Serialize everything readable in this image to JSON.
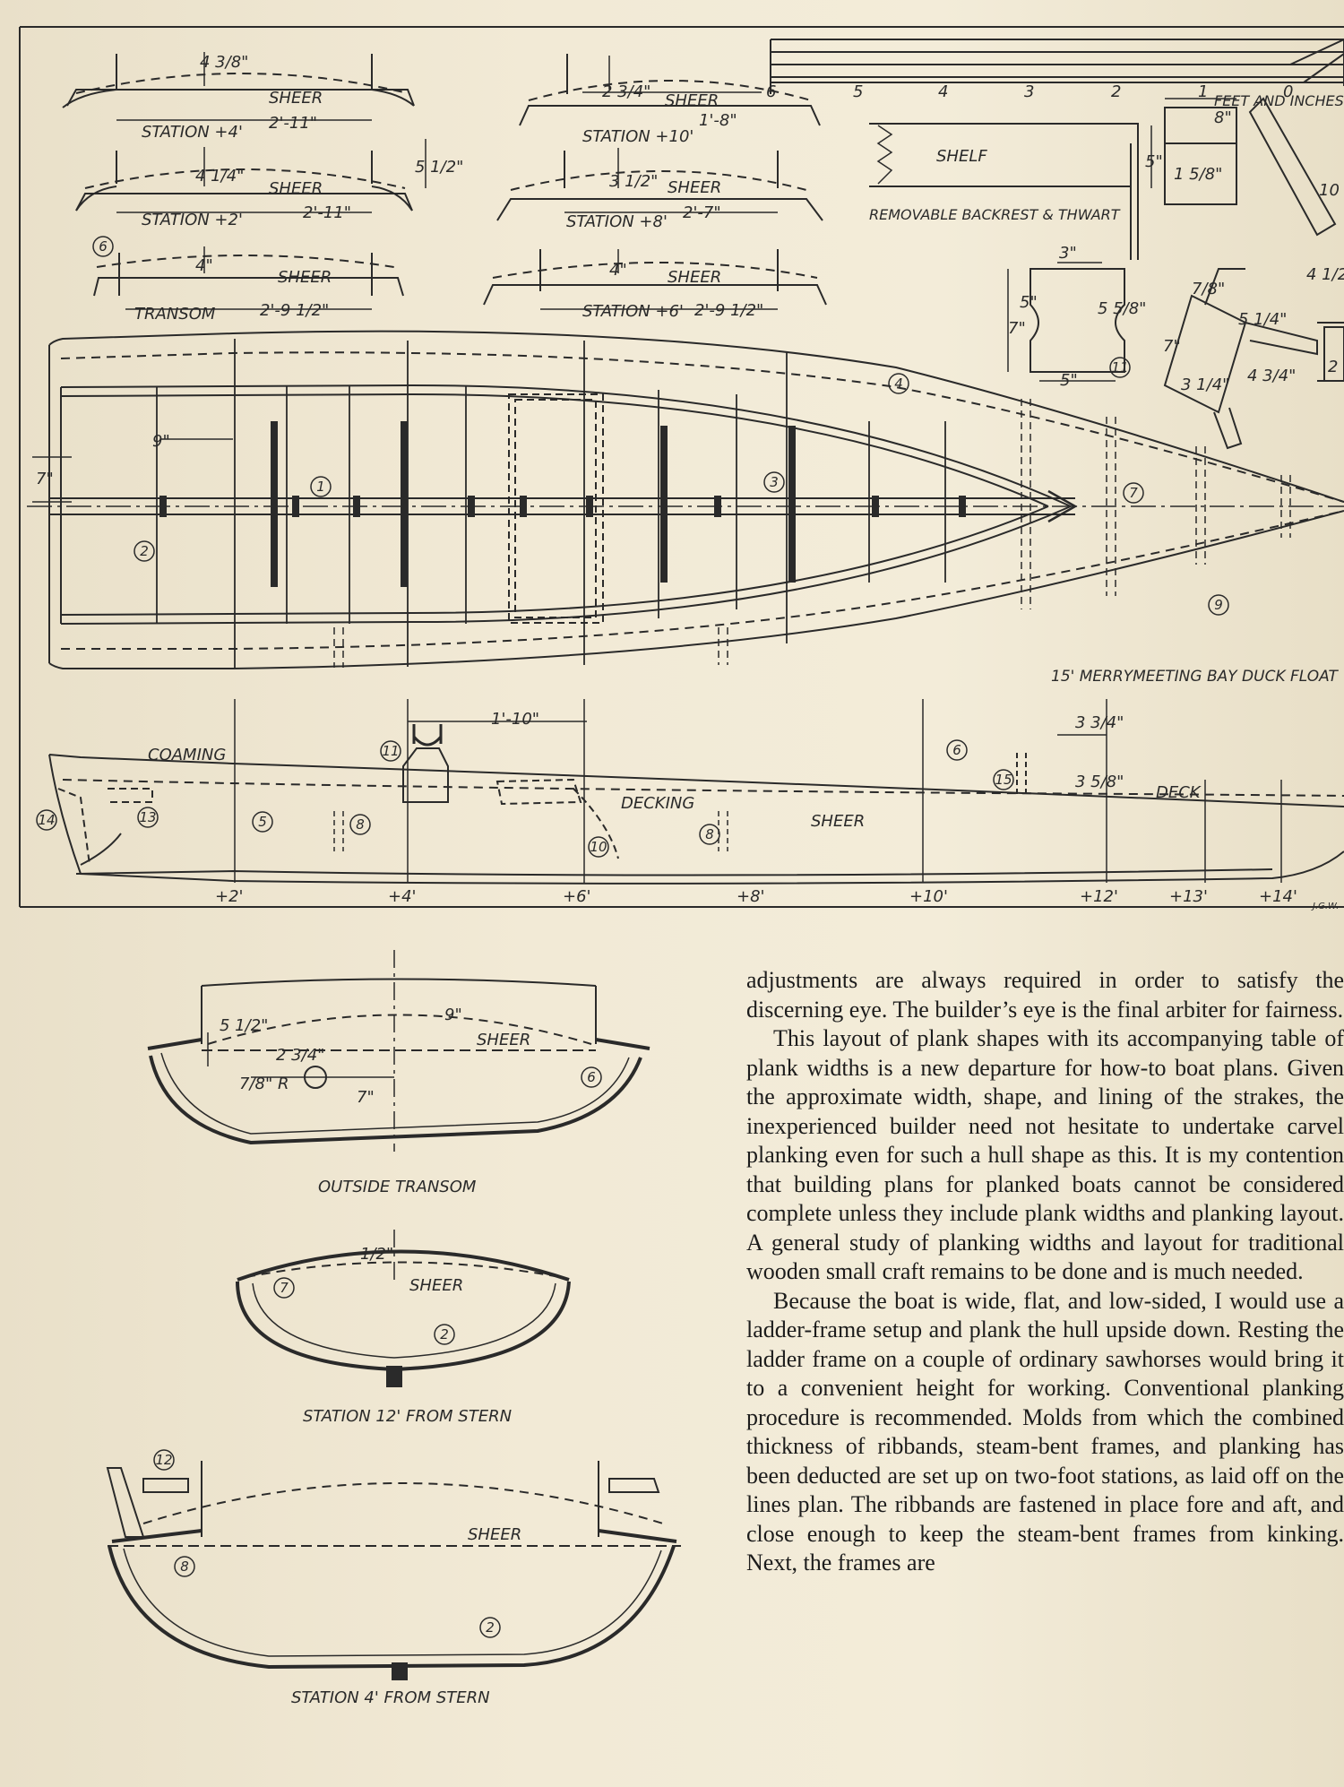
{
  "title": "15' MERRYMEETING BAY DUCK FLOAT",
  "scale": {
    "label": "FEET AND INCHES",
    "ticks": [
      "6",
      "5",
      "4",
      "3",
      "2",
      "1",
      "0"
    ]
  },
  "sections": [
    {
      "label": "STATION +4'",
      "rise": "4 3/8\"",
      "sheer": "SHEER",
      "width": "2'-11\""
    },
    {
      "label": "STATION +2'",
      "rise": "4 1/4\"",
      "sheer": "SHEER",
      "width": "2'-11\""
    },
    {
      "label": "TRANSOM",
      "rise": "4\"",
      "sheer": "SHEER",
      "width": "2'-9 1/2\""
    },
    {
      "label": "STATION +10'",
      "rise": "2 3/4\"",
      "sheer": "SHEER",
      "width": "1'-8\""
    },
    {
      "label": "STATION +8'",
      "rise": "3 1/2\"",
      "sheer": "SHEER",
      "width": "2'-7\""
    },
    {
      "label": "STATION +6'",
      "rise": "4\"",
      "sheer": "SHEER",
      "width": "2'-9 1/2\""
    }
  ],
  "section_extra_dim": "5 1/2\"",
  "backrest": {
    "label": "REMOVABLE BACKREST & THWART",
    "shelf": "SHELF",
    "d8": "8\"",
    "d5": "5\"",
    "d158": "1 5/8\"",
    "d10": "10",
    "d412": "4 1/2"
  },
  "cleat": {
    "d3": "3\"",
    "d5a": "5\"",
    "d7": "7\"",
    "d558": "5 5/8\"",
    "d5b": "5\""
  },
  "oarlock": {
    "d78": "7/8\"",
    "d514": "5 1/4\"",
    "d7": "7\"",
    "d314": "3 1/4\"",
    "d434": "4 3/4\"",
    "d2": "2"
  },
  "plan": {
    "d9": "9\"",
    "d7": "7\""
  },
  "profile": {
    "coaming": "COAMING",
    "decking": "DECKING",
    "sheer": "SHEER",
    "deck": "DECK",
    "d110": "1'-10\"",
    "d334": "3 3/4\"",
    "d358": "3 5/8\"",
    "stations": [
      "+2'",
      "+4'",
      "+6'",
      "+8'",
      "+10'",
      "+12'",
      "+13'",
      "+14'"
    ],
    "initials": "J.G.W."
  },
  "transom": {
    "label": "OUTSIDE TRANSOM",
    "d512": "5 1/2\"",
    "d9": "9\"",
    "d234": "2 3/4\"",
    "d78": "7/8\" R",
    "d7": "7\"",
    "sheer": "SHEER"
  },
  "station12": {
    "label": "STATION 12' FROM STERN",
    "d1": "1/2\"",
    "sheer": "SHEER"
  },
  "station4": {
    "label": "STATION 4' FROM STERN",
    "sheer": "SHEER"
  },
  "callouts": [
    "1",
    "2",
    "3",
    "4",
    "5",
    "6",
    "7",
    "8",
    "9",
    "10",
    "11",
    "12",
    "13",
    "14",
    "15"
  ],
  "text": {
    "p1": "adjustments are always required in order to satisfy the discerning eye. The builder’s eye is the final arbiter for fairness.",
    "p2": "This layout of plank shapes with its accompanying table of plank widths is a new departure for how-to boat plans. Given the approximate width, shape, and lining of the strakes, the inexperienced builder need not hesitate to undertake carvel planking even for such a hull shape as this. It is my contention that building plans for planked boats cannot be considered complete unless they include plank widths and planking layout. A general study of planking widths and layout for traditional wooden small craft remains to be done and is much needed.",
    "p3": "Because the boat is wide, flat, and low-sided, I would use a ladder-frame setup and plank the hull upside down. Resting the ladder frame on a couple of ordinary sawhorses would bring it to a convenient height for working. Conventional planking procedure is recommended. Molds from which the combined thickness of ribbands, steam-bent frames, and planking has been deducted are set up on two-foot stations, as laid off on the lines plan. The ribbands are fastened in place fore and aft, and close enough to keep the steam-bent frames from kinking. Next, the frames are"
  }
}
